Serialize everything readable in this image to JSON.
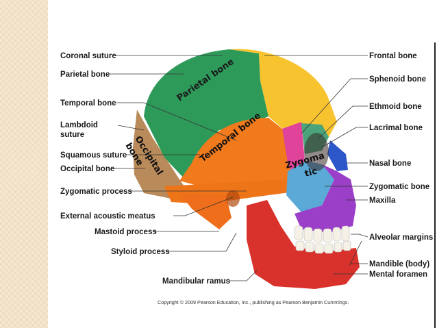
{
  "labels_left": [
    "Coronal suture",
    "Parietal bone",
    "Temporal bone",
    "Lambdoid",
    "suture",
    "Squamous suture",
    "Occipital bone",
    "Zygomatic process",
    "External acoustic meatus",
    "Mastoid process",
    "Styloid process",
    "Mandibular ramus"
  ],
  "labels_right": [
    "Frontal bone",
    "Sphenoid bone",
    "Ethmoid bone",
    "Lacrimal bone",
    "Nasal bone",
    "Zygomatic bone",
    "Maxilla",
    "Alveolar margins",
    "Mandible (body)",
    "Mental foramen"
  ],
  "overlay": {
    "parietal": "Parietal bone",
    "temporal": "Temporal bone",
    "occipital_1": "Occipital",
    "occipital_2": "bone",
    "zygomatic_1": "Zygoma",
    "zygomatic_2": "tic"
  },
  "copyright": "Copyright © 2009 Pearson Education, Inc., publishing as Pearson Benjamin Cummings.",
  "colors": {
    "parietal": "#2e9a5a",
    "frontal": "#f7c430",
    "temporal": "#f07a1c",
    "occipital": "#b98a5a",
    "sphenoid": "#e0449a",
    "zygomatic": "#5aa9d6",
    "maxilla": "#9b3fc8",
    "mandible": "#d9312b",
    "nasal": "#2c57c8"
  }
}
